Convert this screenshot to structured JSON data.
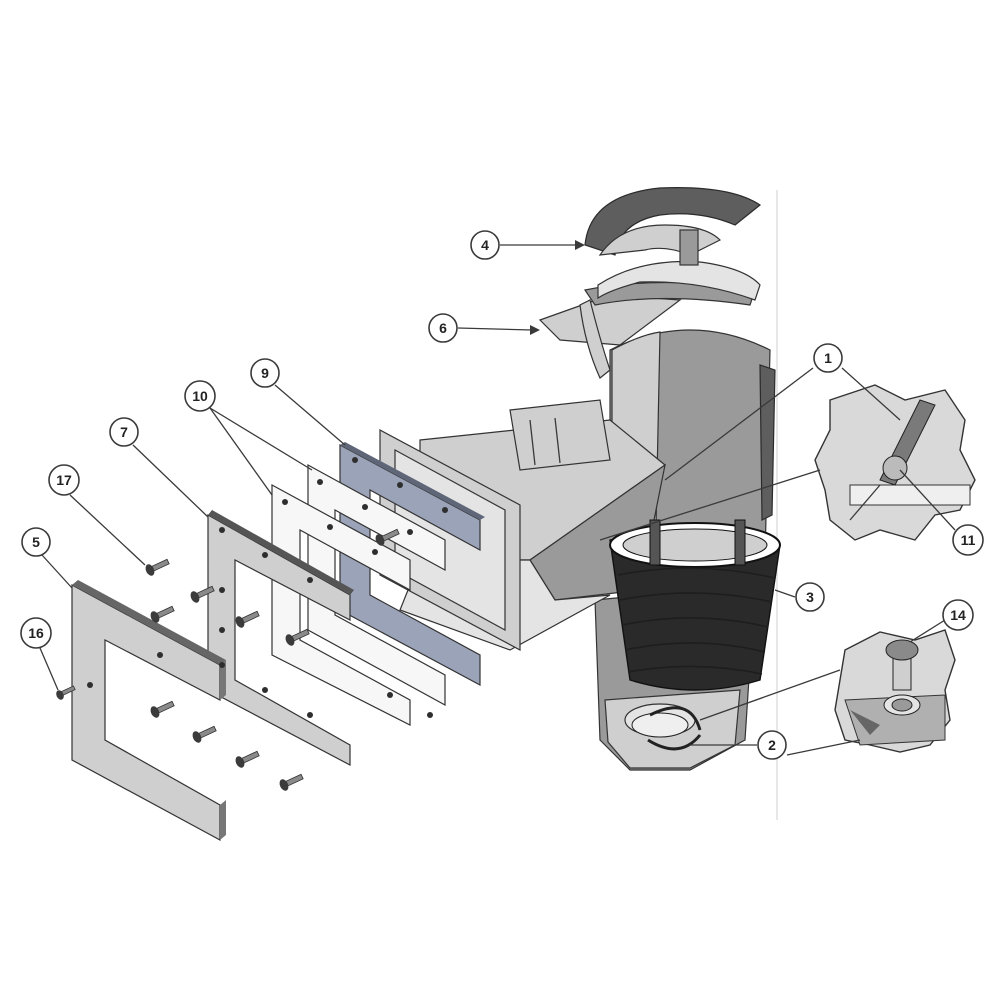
{
  "diagram": {
    "callouts": [
      {
        "id": "c4",
        "label": "4"
      },
      {
        "id": "c6",
        "label": "6"
      },
      {
        "id": "c1",
        "label": "1"
      },
      {
        "id": "c9",
        "label": "9"
      },
      {
        "id": "c10",
        "label": "10"
      },
      {
        "id": "c7",
        "label": "7"
      },
      {
        "id": "c17",
        "label": "17"
      },
      {
        "id": "c5",
        "label": "5"
      },
      {
        "id": "c16",
        "label": "16"
      },
      {
        "id": "c3",
        "label": "3"
      },
      {
        "id": "c14",
        "label": "14"
      },
      {
        "id": "c2",
        "label": "2"
      },
      {
        "id": "c11",
        "label": "11"
      }
    ],
    "colors": {
      "line": "#3a3a3a",
      "body": "#9a9a9a",
      "gasket_blue": "#9aa3b8",
      "background": "#ffffff"
    }
  }
}
